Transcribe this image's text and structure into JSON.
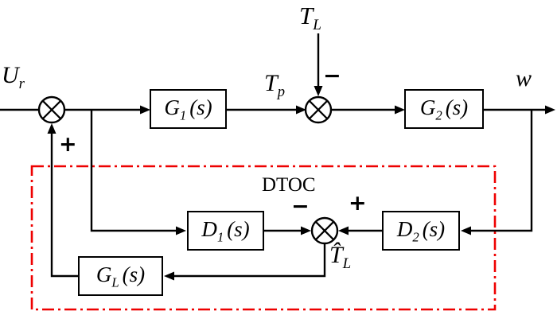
{
  "figure": {
    "background": "#ffffff",
    "line_color": "#000000",
    "box_color": "#ee0000",
    "labels": {
      "input": {
        "base": "U",
        "sub": "r"
      },
      "load_torque": {
        "base": "T",
        "sub": "L"
      },
      "torque_p": {
        "base": "T",
        "sub": "p"
      },
      "output": "w",
      "estimated_torque": {
        "base": "T̂",
        "sub": "L"
      },
      "dtoc_title": "DTOC"
    },
    "blocks": {
      "g1": {
        "base": "G",
        "sub": "1",
        "arg": "(s)"
      },
      "g2": {
        "base": "G",
        "sub": "2",
        "arg": "(s)"
      },
      "d1": {
        "base": "D",
        "sub": "1",
        "arg": "(s)"
      },
      "d2": {
        "base": "D",
        "sub": "2",
        "arg": "(s)"
      },
      "gl": {
        "base": "G",
        "sub": "L",
        "arg": "(s)"
      }
    },
    "signs": {
      "sum1_feedback": "+",
      "sum2_load": "−",
      "sum3_d1": "−",
      "sum3_d2": "+"
    }
  }
}
